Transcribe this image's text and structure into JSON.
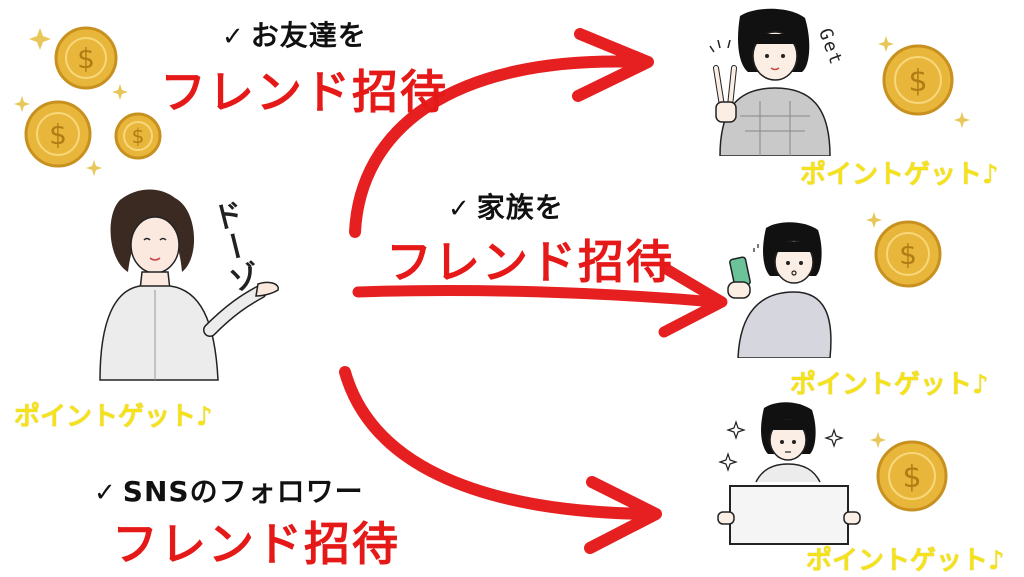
{
  "left": {
    "sfx": "ドーゾ",
    "point": "ポイントゲット♪"
  },
  "routes": [
    {
      "heading": "お友達を",
      "check": "✓",
      "invite": "フレンド招待"
    },
    {
      "heading": "家族を",
      "check": "✓",
      "invite": "フレンド招待"
    },
    {
      "heading": "SNSのフォロワー",
      "check": "✓",
      "invite": "フレンド招待"
    }
  ],
  "right": {
    "top": {
      "point": "ポイントゲット♪",
      "mark": "Get"
    },
    "middle": {
      "point": "ポイントゲット♪"
    },
    "bottom": {
      "point": "ポイントゲット♪"
    }
  },
  "coin": {
    "symbol": "$"
  },
  "colors": {
    "arrow": "#e62020",
    "invite": "#e61919",
    "point": "#f5e21a",
    "coin": "#e8b63b",
    "coin_edge": "#c8911f"
  },
  "icons": [
    "coin-icon",
    "sparkle-icon",
    "arrow-icon",
    "peace-sign-icon",
    "smartphone-icon",
    "blank-signboard-icon"
  ]
}
